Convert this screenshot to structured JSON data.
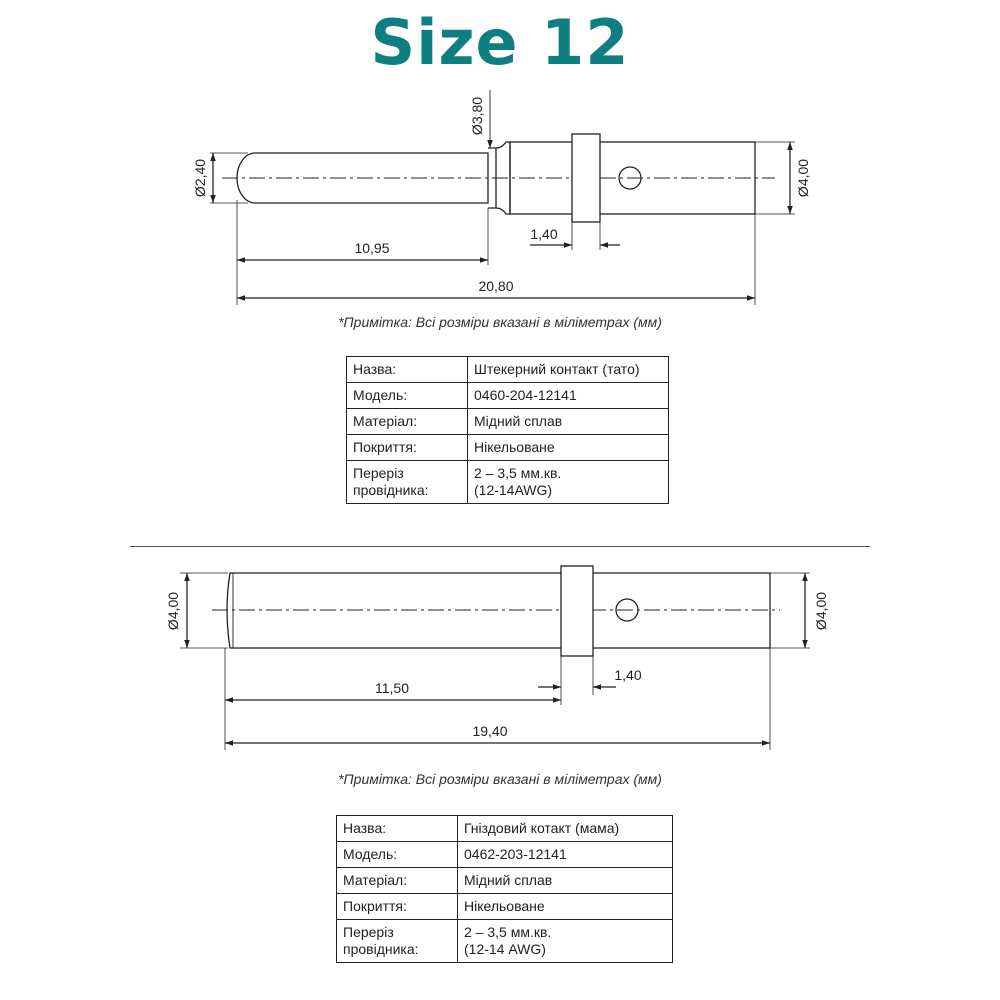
{
  "title": "Size 12",
  "accent_color": "#0e7e80",
  "drawing_male": {
    "dims": {
      "d_pin": "Ø2,40",
      "d_collar": "Ø3,80",
      "d_body": "Ø4,00",
      "len_pin": "10,95",
      "len_collar": "1,40",
      "len_total": "20,80"
    },
    "note": "*Примітка: Всі розміри вказані в міліметрах (мм)"
  },
  "spec_male": {
    "rows": [
      {
        "key": "Назва:",
        "value": "Штекерний контакт (тато)"
      },
      {
        "key": "Модель:",
        "value": "0460-204-12141"
      },
      {
        "key": "Матеріал:",
        "value": "Мідний сплав"
      },
      {
        "key": "Покриття:",
        "value": "Нікельоване"
      },
      {
        "key": "Переріз\nпровідника:",
        "value": "2 – 3,5 мм.кв.\n(12-14AWG)"
      }
    ]
  },
  "drawing_female": {
    "dims": {
      "d_left": "Ø4,00",
      "d_right": "Ø4,00",
      "len_tube": "11,50",
      "len_collar": "1,40",
      "len_total": "19,40"
    },
    "note": "*Примітка: Всі розміри вказані в міліметрах (мм)"
  },
  "spec_female": {
    "rows": [
      {
        "key": "Назва:",
        "value": "Гніздовий котакт (мама)"
      },
      {
        "key": "Модель:",
        "value": "0462-203-12141"
      },
      {
        "key": "Матеріал:",
        "value": "Мідний сплав"
      },
      {
        "key": "Покриття:",
        "value": "Нікельоване"
      },
      {
        "key": "Переріз\nпровідника:",
        "value": "2 – 3,5 мм.кв.\n(12-14 AWG)"
      }
    ]
  }
}
